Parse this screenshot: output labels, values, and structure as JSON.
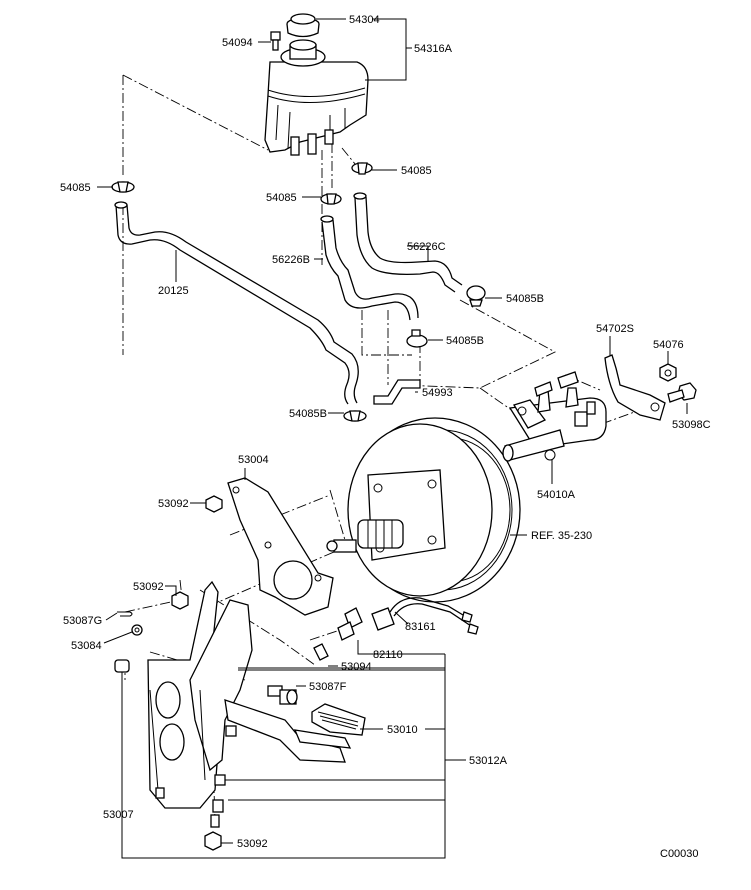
{
  "diagram_code": "C00030",
  "reference": "REF. 35-230",
  "parts": {
    "cap": "54304",
    "bolt_top": "54094",
    "reservoir": "54316A",
    "clamp_left": "54085",
    "clamp_center": "54085",
    "clamp_right_top": "54085",
    "pipe": "20125",
    "hose_b": "56226B",
    "hose_c": "56226C",
    "clamp_b_right": "54085B",
    "clamp_b_mid": "54085B",
    "clamp_b_low": "54085B",
    "bracket_hose": "54993",
    "bracket_mc": "54702S",
    "nut_mc": "54076",
    "bolt_mc": "53098C",
    "master_cylinder": "54010A",
    "pedal_bracket_plate": "53004",
    "nut_53092_a": "53092",
    "nut_53092_b": "53092",
    "nut_53092_c": "53092",
    "clip_pin": "53087G",
    "washer": "53084",
    "harness": "83161",
    "switch": "82110",
    "switch_small": "53094",
    "bolt_pedal": "53087F",
    "pedal_pad": "53010",
    "pedal_assy": "53012A",
    "bracket_main": "53007"
  }
}
